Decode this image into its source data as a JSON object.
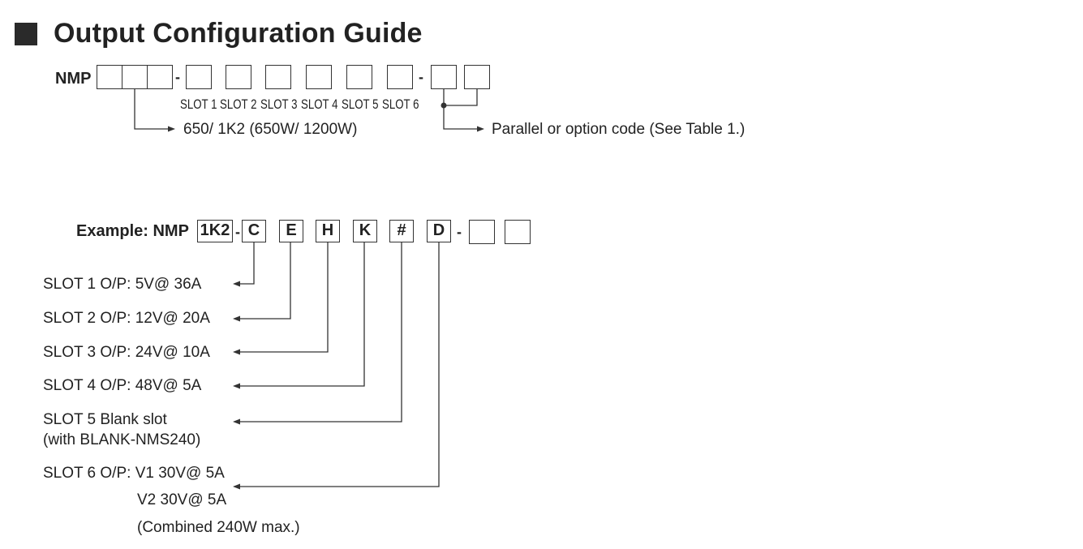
{
  "title": "Output Configuration Guide",
  "guide": {
    "model_prefix": "NMP",
    "dash": "-",
    "slot_labels": [
      "SLOT 1",
      "SLOT 2",
      "SLOT 3",
      "SLOT 4",
      "SLOT 5",
      "SLOT 6"
    ],
    "power_note": "650/ 1K2 (650W/ 1200W)",
    "option_note": "Parallel or option code (See Table 1.)"
  },
  "example": {
    "label": "Example: NMP",
    "power_code": "1K2",
    "dash": "-",
    "slot_codes": [
      "C",
      "E",
      "H",
      "K",
      "#",
      "D"
    ],
    "descriptions": {
      "slot1": "SLOT 1  O/P: 5V@ 36A",
      "slot2": "SLOT 2  O/P: 12V@ 20A",
      "slot3": "SLOT 3  O/P: 24V@ 10A",
      "slot4": "SLOT 4  O/P: 48V@ 5A",
      "slot5_line1": "SLOT 5  Blank slot",
      "slot5_line2": "(with BLANK-NMS240)",
      "slot6_line1": "SLOT 6  O/P: V1  30V@ 5A",
      "slot6_line2": "V2  30V@ 5A",
      "slot6_line3": "(Combined 240W max.)"
    }
  }
}
